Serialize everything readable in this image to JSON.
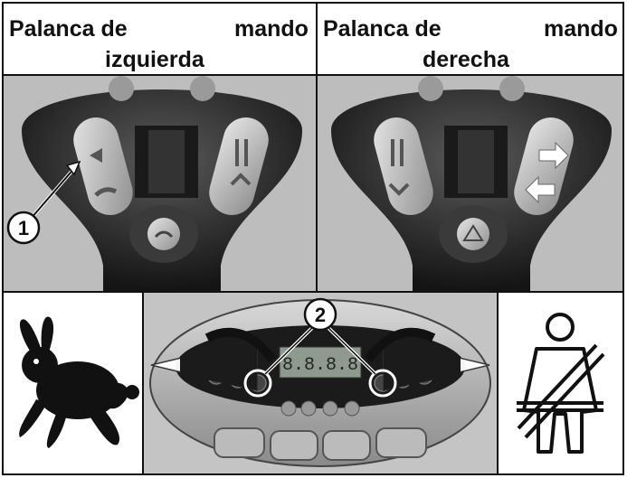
{
  "header": {
    "left": {
      "line1_a": "Palanca de",
      "line1_b": "mando",
      "line2": "izquierda"
    },
    "right": {
      "line1_a": "Palanca de",
      "line1_b": "mando",
      "line2": "derecha"
    }
  },
  "callouts": {
    "one": "1",
    "two": "2"
  },
  "display": {
    "segments": "8.8.8.8"
  },
  "icons": {
    "rabbit": "rabbit-icon",
    "seatbelt": "seatbelt-icon"
  }
}
